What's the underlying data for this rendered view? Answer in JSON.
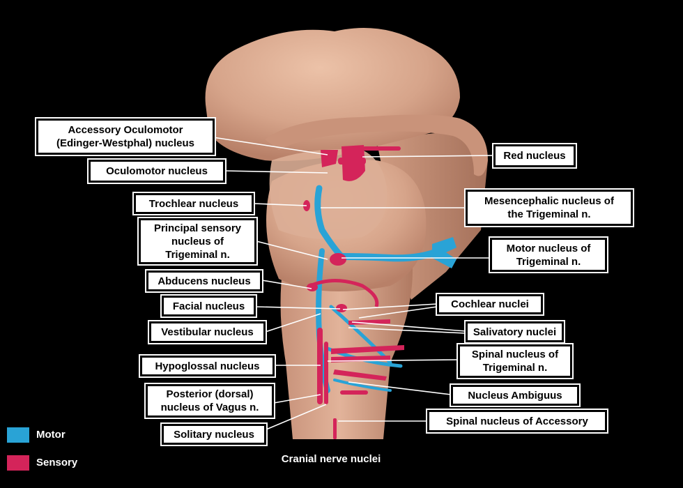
{
  "title": "Cranial nerve nuclei",
  "colors": {
    "background": "#000000",
    "motor": "#29a3d6",
    "sensory": "#d4245a",
    "brainstem": "#d9a98e"
  },
  "legend": [
    {
      "label": "Motor",
      "color": "#29a3d6"
    },
    {
      "label": "Sensory",
      "color": "#d4245a"
    }
  ],
  "labels": {
    "accessory_oculomotor": "Accessory Oculomotor\n(Edinger-Westphal) nucleus",
    "oculomotor": "Oculomotor nucleus",
    "trochlear": "Trochlear nucleus",
    "principal_sensory": "Principal sensory\nnucleus of\nTrigeminal n.",
    "abducens": "Abducens nucleus",
    "facial": "Facial nucleus",
    "vestibular": "Vestibular nucleus",
    "hypoglossal": "Hypoglossal nucleus",
    "posterior_vagus": "Posterior (dorsal)\nnucleus of Vagus n.",
    "solitary": "Solitary nucleus",
    "red": "Red nucleus",
    "mesencephalic": "Mesencephalic nucleus of\nthe Trigeminal n.",
    "motor_trigeminal": "Motor nucleus  of\nTrigeminal n.",
    "cochlear": "Cochlear nuclei",
    "salivatory": "Salivatory nuclei",
    "spinal_trigeminal": "Spinal nucleus of\nTrigeminal n.",
    "ambiguus": "Nucleus Ambiguus",
    "spinal_accessory": "Spinal nucleus of Accessory"
  }
}
